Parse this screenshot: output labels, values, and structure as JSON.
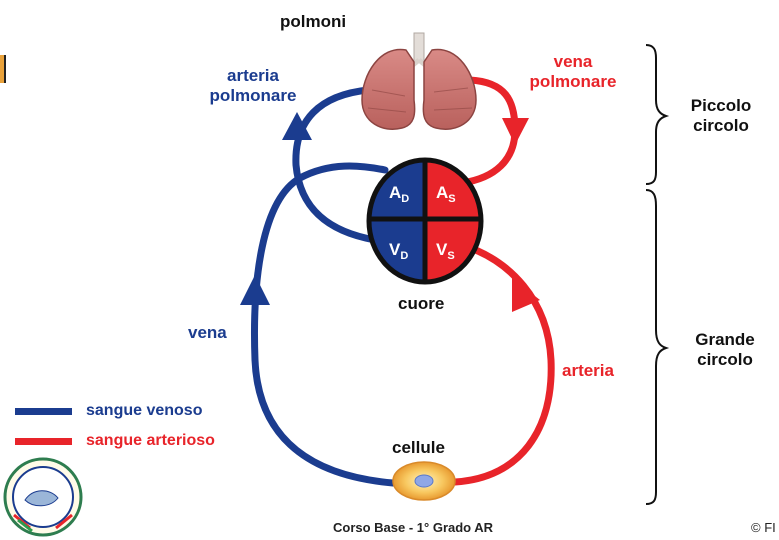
{
  "labels": {
    "polmoni": "polmoni",
    "arteria_polmonare_1": "arteria",
    "arteria_polmonare_2": "polmonare",
    "vena_polmonare_1": "vena",
    "vena_polmonare_2": "polmonare",
    "piccolo_1": "Piccolo",
    "piccolo_2": "circolo",
    "grande_1": "Grande",
    "grande_2": "circolo",
    "cuore": "cuore",
    "vena": "vena",
    "arteria": "arteria",
    "cellule": "cellule"
  },
  "heart": {
    "ad": "A",
    "ad_sub": "D",
    "as": "A",
    "as_sub": "S",
    "vd": "V",
    "vd_sub": "D",
    "vs": "V",
    "vs_sub": "S"
  },
  "legend": {
    "venoso": "sangue venoso",
    "arterioso": "sangue arterioso"
  },
  "footer": {
    "course": "Corso Base - 1° Grado AR",
    "copyright": "© FI"
  },
  "colors": {
    "venous": "#1b3c8f",
    "arterial": "#e8242a",
    "lung": "#c97773",
    "cell": "#f7c35a"
  }
}
